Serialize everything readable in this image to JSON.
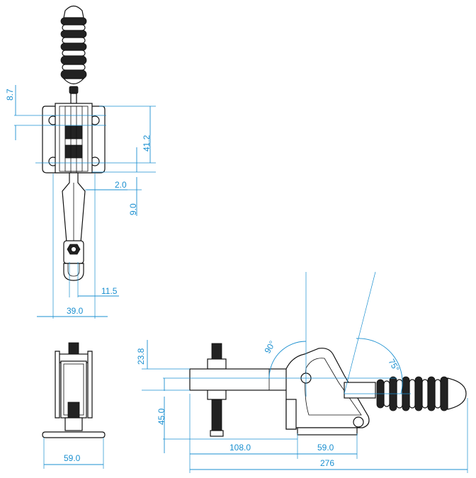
{
  "dimensions": {
    "d_8_7": "8.7",
    "d_41_2": "41.2",
    "d_2_0": "2.0",
    "d_9_0": "9.0",
    "d_11_5": "11.5",
    "d_39_0_top": "39.0",
    "d_23_8": "23.8",
    "d_45_0": "45.0",
    "d_59_0_left": "59.0",
    "d_108_0": "108.0",
    "d_59_0_right": "59.0",
    "d_276": "276",
    "angle_90": "90°",
    "angle_75": "75°"
  },
  "colors": {
    "dimension": "#1a8fd0",
    "outline": "#111111"
  }
}
